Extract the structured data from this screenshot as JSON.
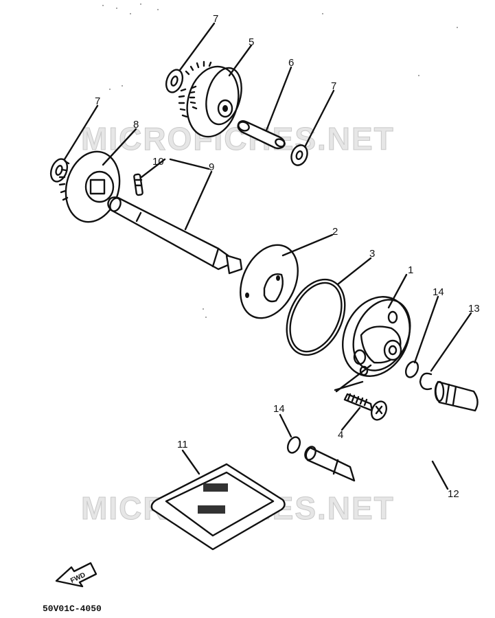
{
  "watermark": "MICROFICHES.NET",
  "drawing_code": "50V01C-4050",
  "direction_label": "FWD",
  "callouts": [
    "1",
    "2",
    "3",
    "4",
    "5",
    "6",
    "7",
    "7",
    "7",
    "8",
    "9",
    "10",
    "11",
    "12",
    "13",
    "14",
    "14"
  ]
}
